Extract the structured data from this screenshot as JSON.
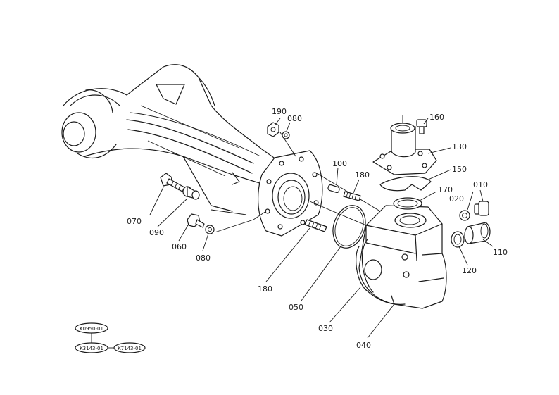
{
  "labels": {
    "p010": "010",
    "p020": "020",
    "p030": "030",
    "p040": "040",
    "p050": "050",
    "p060": "060",
    "p070": "070",
    "p080a": "080",
    "p080b": "080",
    "p090": "090",
    "p100": "100",
    "p110": "110",
    "p120": "120",
    "p130": "130",
    "p150": "150",
    "p160": "160",
    "p170": "170",
    "p180a": "180",
    "p180b": "180",
    "p190": "190"
  },
  "refs": {
    "ref1": "K0950-01",
    "ref2": "K3143-01",
    "ref3": "K7143-01"
  }
}
